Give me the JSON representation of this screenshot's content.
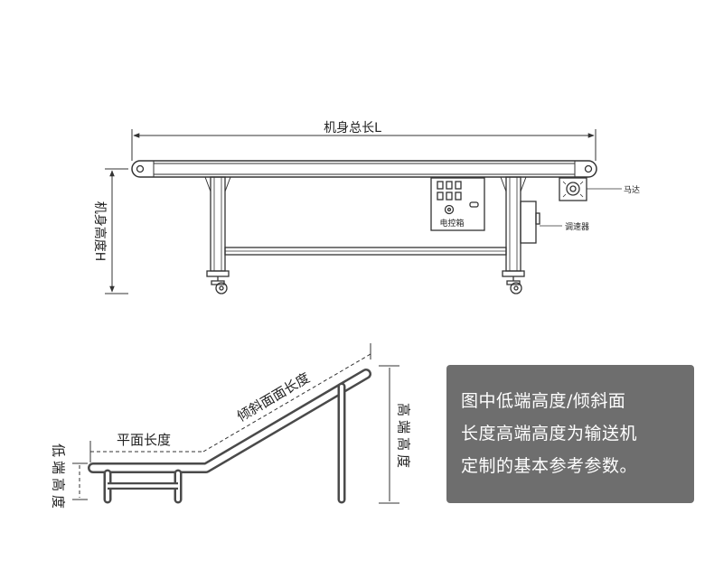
{
  "top_diagram": {
    "total_length_label": "机身总长L",
    "height_label": "机身高度H",
    "motor_label": "马达",
    "speed_controller_label": "调速器",
    "control_box_label": "电控箱"
  },
  "bottom_diagram": {
    "flat_length_label": "平面长度",
    "incline_length_label": "倾斜面面长度",
    "low_end_height_label": "低端高度",
    "high_end_height_label": "高端高度"
  },
  "note": {
    "lines": [
      "图中低端高度/倾斜面",
      "长度高端高度为输送机",
      "定制的基本参考参数。"
    ]
  },
  "colors": {
    "line": "#333333",
    "note_background": "#6e6e6e",
    "note_text": "#ffffff"
  }
}
